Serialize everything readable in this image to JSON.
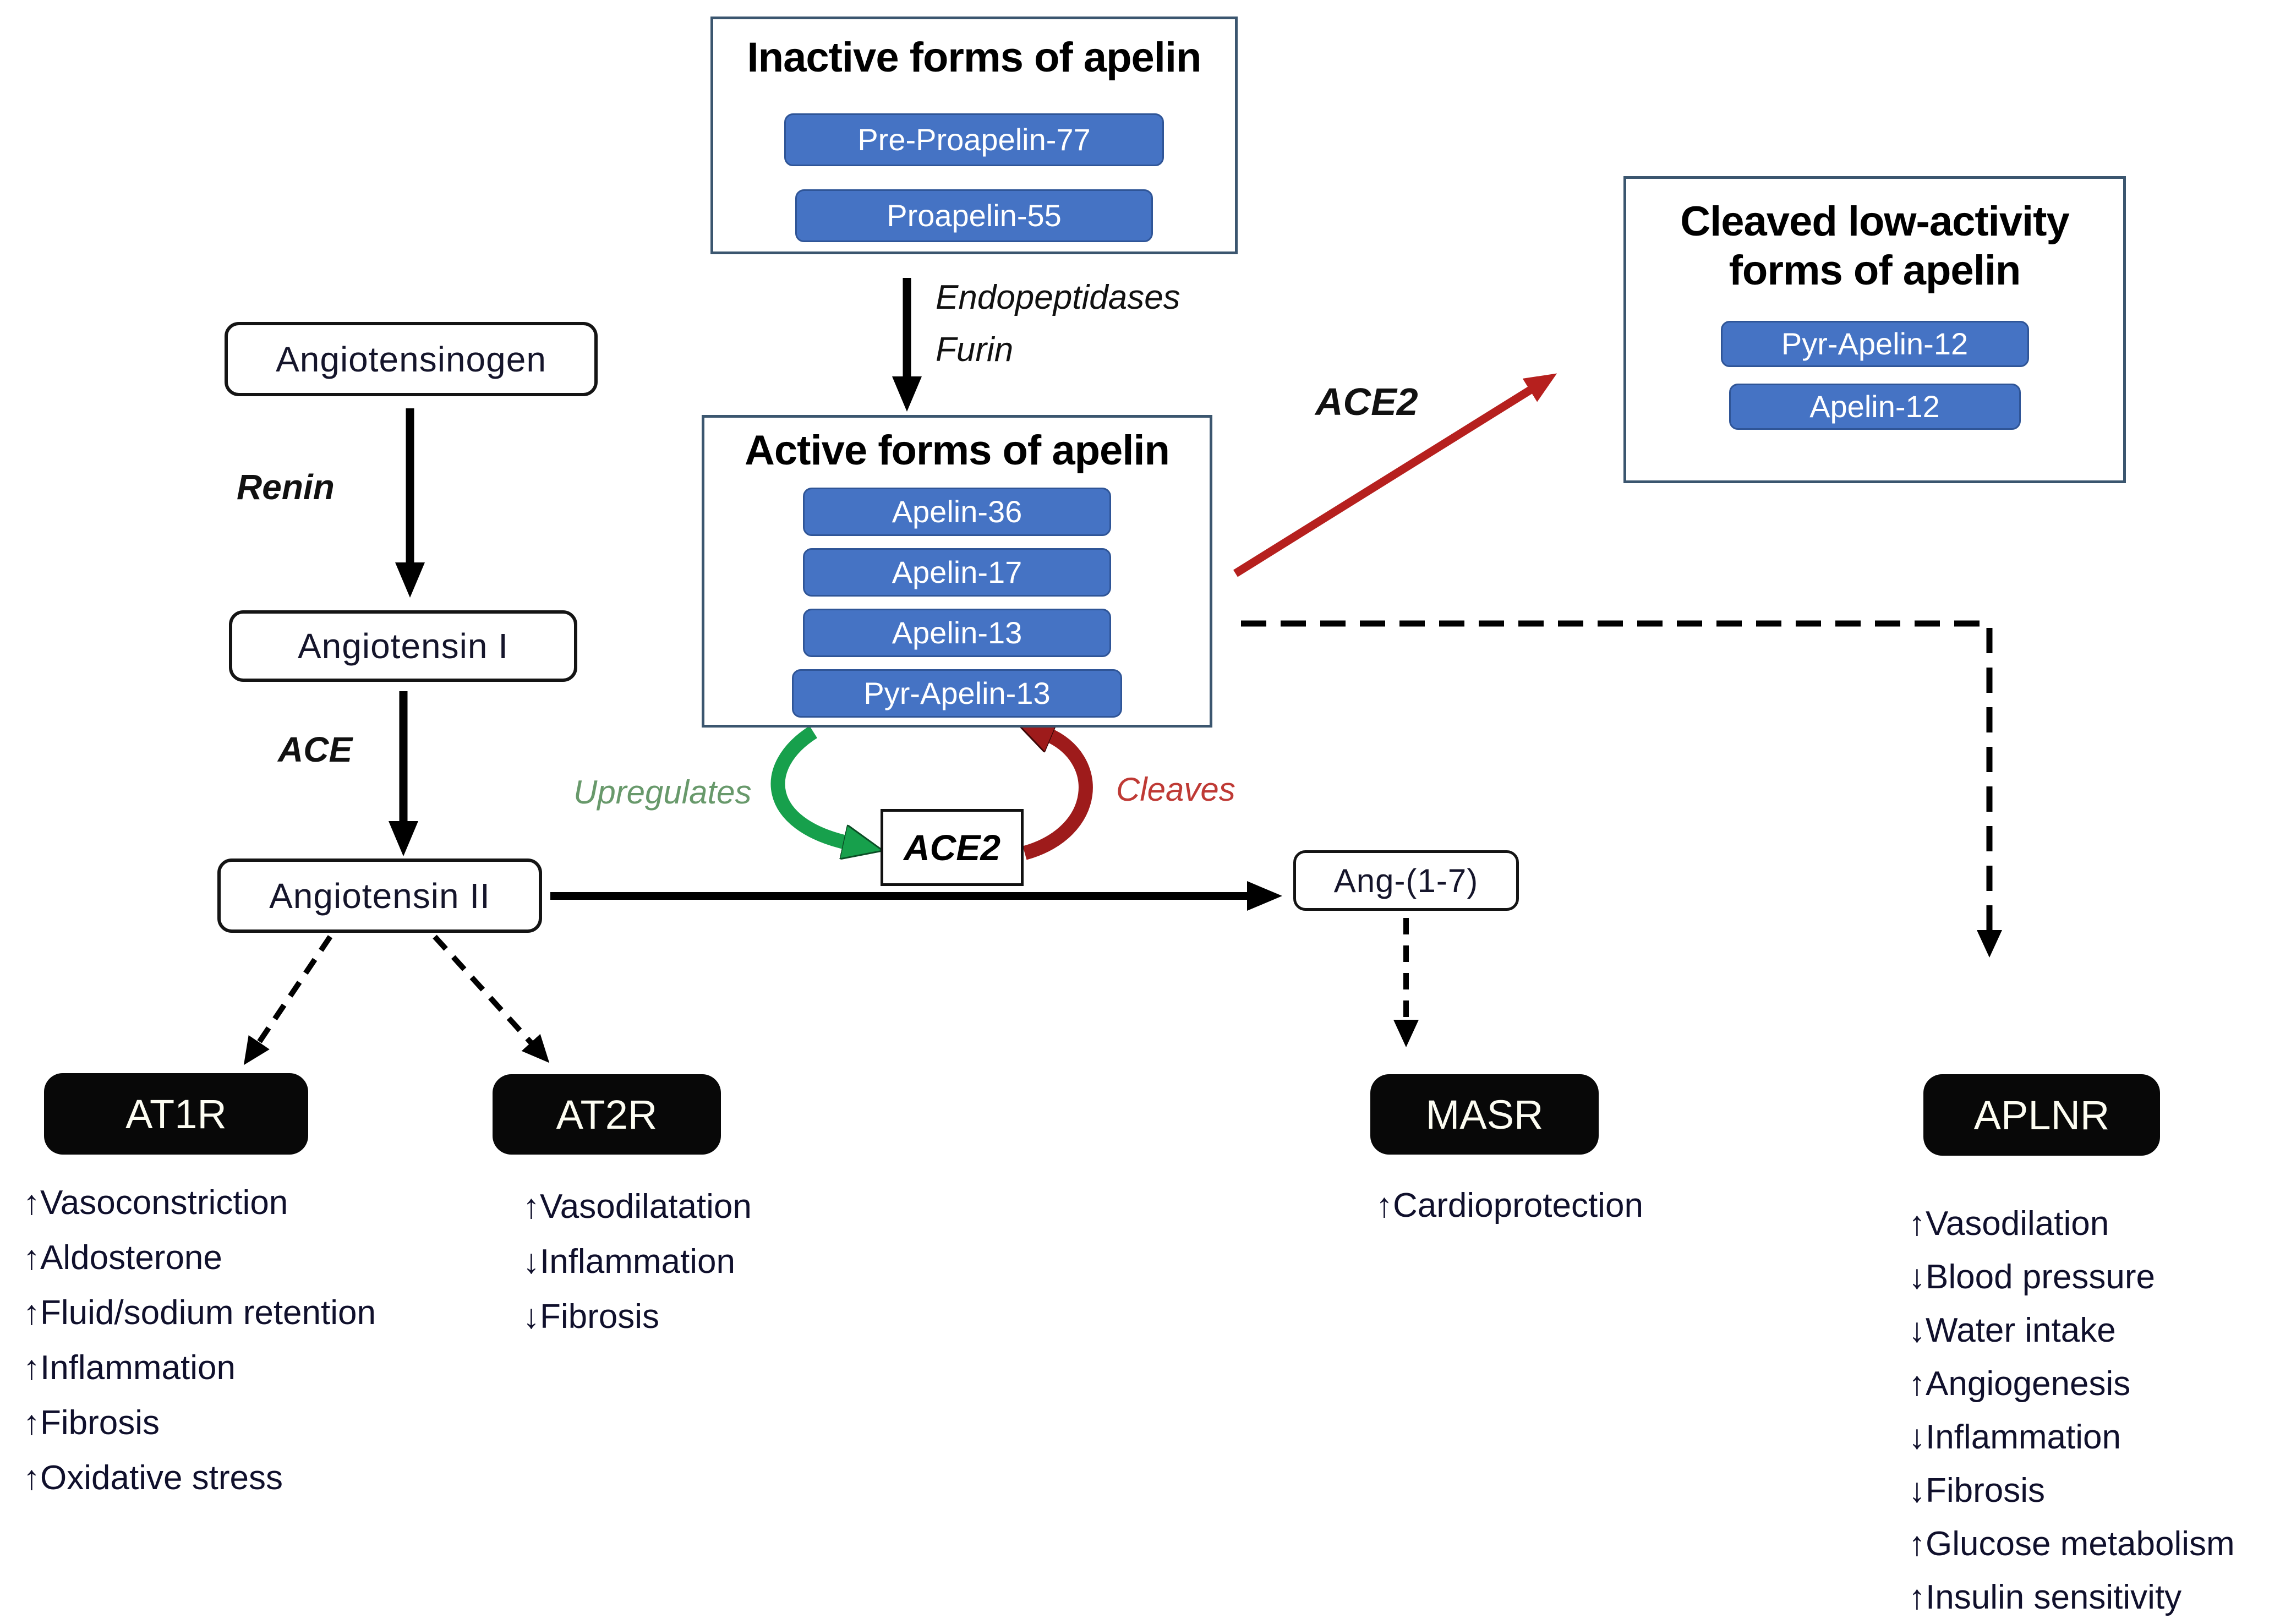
{
  "colors": {
    "pill_blue": "#4573C4",
    "pill_border": "#2F5597",
    "panel_border": "#3B566F",
    "receptor_black": "#080808",
    "arrow_black": "#000000",
    "arrow_red": "#B6201E",
    "arc_dark_red": "#9E1B1B",
    "arc_green": "#17A04C",
    "label_green": "#68996B",
    "label_red": "#BF3A35"
  },
  "inactive_box": {
    "title": "Inactive forms of apelin",
    "pills": [
      "Pre-Proapelin-77",
      "Proapelin-55"
    ]
  },
  "process_arrow": {
    "enzyme_1": "Endopeptidases",
    "enzyme_2": "Furin"
  },
  "active_box": {
    "title": "Active forms of apelin",
    "pills": [
      "Apelin-36",
      "Apelin-17",
      "Apelin-13",
      "Pyr-Apelin-13"
    ]
  },
  "cleaved_box": {
    "title_line_1": "Cleaved low-activity",
    "title_line_2": "forms of apelin",
    "pills": [
      "Pyr-Apelin-12",
      "Apelin-12"
    ]
  },
  "ras_cascade": {
    "angiotensinogen": "Angiotensinogen",
    "renin_label": "Renin",
    "angiotensin_i": "Angiotensin I",
    "ace_label": "ACE",
    "angiotensin_ii": "Angiotensin II",
    "ang_1_7": "Ang-(1-7)"
  },
  "ace2_cycle": {
    "ace2_box_label": "ACE2",
    "ace2_arrow_label": "ACE2",
    "upregulates_label": "Upregulates",
    "cleaves_label": "Cleaves"
  },
  "receptors": {
    "at1r": {
      "label": "AT1R",
      "effects": [
        {
          "arrow": "↑",
          "text": "Vasoconstriction"
        },
        {
          "arrow": "↑",
          "text": "Aldosterone"
        },
        {
          "arrow": "↑",
          "text": "Fluid/sodium retention"
        },
        {
          "arrow": "↑",
          "text": "Inflammation"
        },
        {
          "arrow": "↑",
          "text": "Fibrosis"
        },
        {
          "arrow": "↑",
          "text": "Oxidative stress"
        }
      ]
    },
    "at2r": {
      "label": "AT2R",
      "effects": [
        {
          "arrow": "↑",
          "text": " Vasodilatation"
        },
        {
          "arrow": "↓",
          "text": "Inflammation"
        },
        {
          "arrow": "↓",
          "text": "Fibrosis"
        }
      ]
    },
    "masr": {
      "label": "MASR",
      "effects": [
        {
          "arrow": "↑",
          "text": "Cardioprotection"
        }
      ]
    },
    "aplnr": {
      "label": "APLNR",
      "effects": [
        {
          "arrow": "↑",
          "text": "Vasodilation"
        },
        {
          "arrow": "↓",
          "text": "Blood pressure"
        },
        {
          "arrow": "↓",
          "text": "Water intake"
        },
        {
          "arrow": "↑",
          "text": "Angiogenesis"
        },
        {
          "arrow": "↓",
          "text": " Inflammation"
        },
        {
          "arrow": "↓",
          "text": " Fibrosis"
        },
        {
          "arrow": "↑",
          "text": "Glucose metabolism"
        },
        {
          "arrow": "↑",
          "text": "Insulin sensitivity"
        }
      ]
    }
  }
}
